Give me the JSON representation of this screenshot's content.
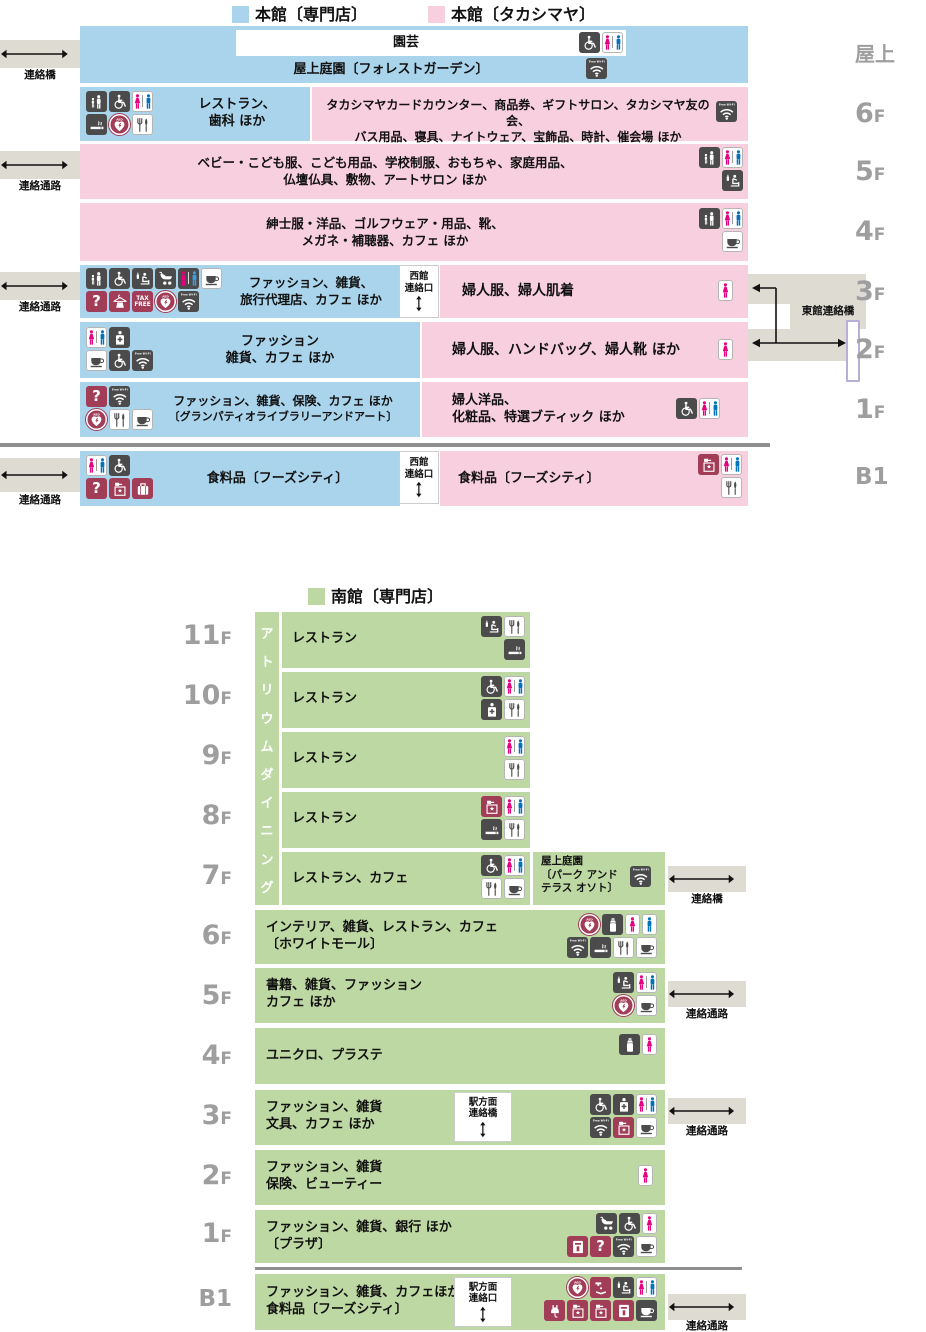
{
  "colors": {
    "blue": "#a9d4eb",
    "pink": "#f8cfdf",
    "green": "#bed8a3",
    "maroon": "#a23d58",
    "icon_dark": "#4b4b4b",
    "person_pink": "#e4007f",
    "person_blue": "#0071bc",
    "band_gray": "#dedbd3",
    "label_gray": "#9e9e9e",
    "east_bar_border": "#b7aed9"
  },
  "legend": {
    "main_senmonten": "本館〔専門店〕",
    "main_takashimaya": "本館〔タカシマヤ〕",
    "south_senmonten": "南館〔専門店〕"
  },
  "connectors": {
    "bridge": "連絡橋",
    "passage": "連絡通路",
    "east_bridge_lines": [
      "東館",
      "連絡橋"
    ],
    "west_gate": [
      "西館",
      "連絡口"
    ],
    "station_bridge": [
      "駅方面",
      "連絡橋"
    ],
    "station_gate": [
      "駅方面",
      "連絡口"
    ]
  },
  "icon_labels": {
    "wifi": "Free Wi-Fi",
    "taxfree_top": "TAX",
    "taxfree_bottom": "FREE",
    "aed": "AED",
    "question": "?"
  },
  "main": {
    "floors": {
      "roof": {
        "label": "屋上",
        "garden": "園芸",
        "garden_icons": [
          [
            "wheelchair",
            "toilet"
          ]
        ],
        "terrace": "屋上庭園〔フォレストガーデン〕",
        "terrace_icons": [
          [
            "wifi"
          ]
        ]
      },
      "f6": {
        "label": "6F",
        "blue_lines": [
          "レストラン、",
          "歯科 ほか"
        ],
        "blue_icons": [
          [
            "child",
            "wheelchair",
            "toilet"
          ],
          [
            "smoking",
            "aed",
            "restaurant"
          ]
        ],
        "pink_lines": [
          "タカシマヤカードカウンター、商品券、ギフトサロン、タカシマヤ友の会、",
          "バス用品、寝具、ナイトウェア、宝飾品、時計、催会場 ほか"
        ],
        "pink_icons": [
          [
            "wifi"
          ]
        ]
      },
      "f5": {
        "label": "5F",
        "lines": [
          "ベビー・こども服、こども用品、学校制服、おもちゃ、家庭用品、",
          "仏壇仏具、敷物、アートサロン ほか"
        ],
        "icons": [
          [
            "child",
            "toilet"
          ],
          [
            "nursing"
          ]
        ]
      },
      "f4": {
        "label": "4F",
        "lines": [
          "紳士服・洋品、ゴルフウェア・用品、靴、",
          "メガネ・補聴器、カフェ ほか"
        ],
        "icons": [
          [
            "child",
            "toilet"
          ],
          [
            "cafe"
          ]
        ]
      },
      "f3": {
        "label": "3F",
        "blue_lines": [
          "ファッション、雑貨、",
          "旅行代理店、カフェ ほか"
        ],
        "blue_icons": [
          [
            "child",
            "wheelchair",
            "nursing",
            "stroller",
            "toilet-dark",
            "cafe"
          ],
          [
            "question",
            "fitting",
            "taxfree",
            "aed",
            "wifi"
          ]
        ],
        "pink_text": "婦人服、婦人肌着",
        "pink_icons": [
          [
            "woman"
          ]
        ]
      },
      "f2": {
        "label": "2F",
        "blue_lines": [
          "ファッション",
          "雑貨、カフェ ほか"
        ],
        "blue_icons": [
          [
            "toilet",
            "firstaid"
          ],
          [
            "cafe",
            "wheelchair",
            "wifi"
          ]
        ],
        "pink_text": "婦人服、ハンドバッグ、婦人靴 ほか",
        "pink_icons": [
          [
            "woman"
          ]
        ]
      },
      "f1": {
        "label": "1F",
        "blue_lines": [
          "ファッション、雑貨、保険、カフェ ほか",
          "〔グランパティオライブラリーアンドアート〕"
        ],
        "blue_icons": [
          [
            "question",
            "wifi"
          ],
          [
            "aed",
            "restaurant",
            "cafe"
          ]
        ],
        "pink_lines": [
          "婦人洋品、",
          "化粧品、特選ブティック ほか"
        ],
        "pink_icons": [
          [
            "wheelchair",
            "toilet"
          ]
        ]
      },
      "b1": {
        "label": "B1",
        "blue_text": "食料品〔フーズシティ〕",
        "blue_icons": [
          [
            "toilet",
            "wheelchair"
          ],
          [
            "question",
            "locker",
            "baggage"
          ]
        ],
        "pink_text": "食料品〔フーズシティ〕",
        "pink_icons": [
          [
            "locker",
            "toilet"
          ],
          [
            "restaurant"
          ]
        ]
      }
    }
  },
  "south": {
    "atrium": "アトリウムダイニング",
    "floors": {
      "s11": {
        "label": "11F",
        "lines": [
          "レストラン"
        ],
        "icons": [
          [
            "nursing",
            "restaurant"
          ],
          [
            "smoking"
          ]
        ]
      },
      "s10": {
        "label": "10F",
        "lines": [
          "レストラン"
        ],
        "icons": [
          [
            "wheelchair",
            "toilet"
          ],
          [
            "firstaid",
            "restaurant"
          ]
        ]
      },
      "s9": {
        "label": "9F",
        "lines": [
          "レストラン"
        ],
        "icons": [
          [
            "toilet"
          ],
          [
            "restaurant"
          ]
        ]
      },
      "s8": {
        "label": "8F",
        "lines": [
          "レストラン"
        ],
        "icons": [
          [
            "locker",
            "toilet"
          ],
          [
            "smoking",
            "restaurant"
          ]
        ]
      },
      "s7": {
        "label": "7F",
        "lines": [
          "レストラン、カフェ"
        ],
        "icons": [
          [
            "wheelchair",
            "toilet"
          ],
          [
            "restaurant",
            "cafe"
          ]
        ],
        "side_lines": [
          "屋上庭園",
          "〔パーク アンド",
          "テラス オソト〕"
        ],
        "side_icons": [
          [
            "wifi"
          ]
        ]
      },
      "s6": {
        "label": "6F",
        "lines": [
          "インテリア、雑貨、レストラン、カフェ",
          "〔ホワイトモール〕"
        ],
        "icons": [
          [
            "aed",
            "bottle",
            "woman",
            "man"
          ],
          [
            "wifi",
            "smoking",
            "restaurant",
            "cafe"
          ]
        ]
      },
      "s5": {
        "label": "5F",
        "lines": [
          "書籍、雑貨、ファッション",
          "カフェ ほか"
        ],
        "icons": [
          [
            "nursing",
            "toilet"
          ],
          [
            "aed",
            "cafe"
          ]
        ]
      },
      "s4": {
        "label": "4F",
        "lines": [
          "ユニクロ、プラステ"
        ],
        "icons": [
          [
            "bottle",
            "woman"
          ]
        ]
      },
      "s3": {
        "label": "3F",
        "lines": [
          "ファッション、雑貨",
          "文具、カフェ ほか"
        ],
        "icons": [
          [
            "wheelchair",
            "firstaid",
            "toilet"
          ],
          [
            "wifi",
            "locker",
            "cafe"
          ]
        ]
      },
      "s2": {
        "label": "2F",
        "lines": [
          "ファッション、雑貨",
          "保険、ビューティー"
        ],
        "icons": [
          [
            "woman"
          ]
        ]
      },
      "s1": {
        "label": "1F",
        "lines": [
          "ファッション、雑貨、銀行 ほか",
          "〔プラザ〕"
        ],
        "icons": [
          [
            "stroller",
            "wheelchair",
            "woman"
          ],
          [
            "atm",
            "question",
            "wifi",
            "cafe"
          ]
        ]
      },
      "sb1": {
        "label": "B1",
        "lines": [
          "ファッション、雑貨、カフェほか",
          "食料品〔フーズシティ〕"
        ],
        "icons": [
          [
            "aed",
            "fountain",
            "nursing",
            "toilet"
          ],
          [
            "plug",
            "locker",
            "locker",
            "atm",
            "cafe-dark"
          ]
        ]
      }
    }
  }
}
